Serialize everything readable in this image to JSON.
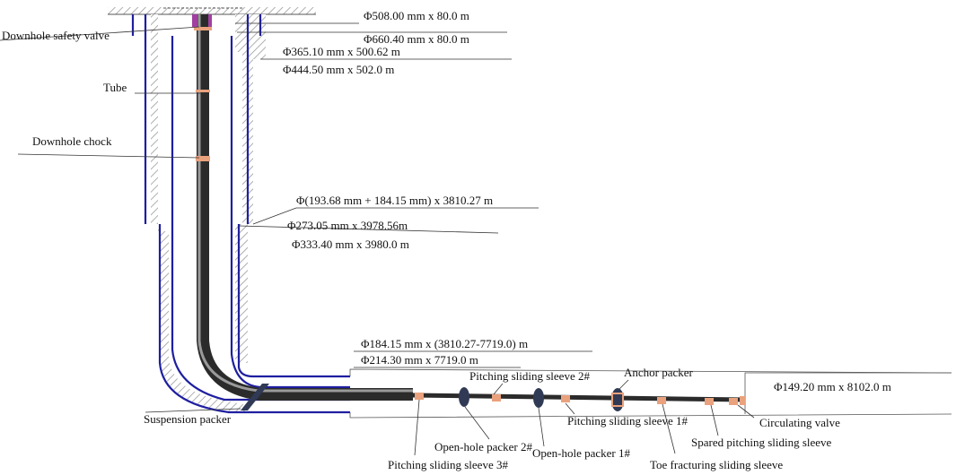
{
  "colors": {
    "casing": "#1f1fa0",
    "formation": "#9a9a9a",
    "cement": "#ffffff",
    "tube": "#2b2b2b",
    "sleeve": "#e9a27d",
    "packer": "#303a55",
    "valve": "#a040a0",
    "ground": "#8a8a8a"
  },
  "labels": {
    "left": {
      "downhole_safety_valve": "Downhole safety valve",
      "tube": "Tube",
      "downhole_chock": "Downhole chock",
      "suspension_packer": "Suspension packer"
    },
    "casing": {
      "c508": "Φ508.00 mm x 80.0 m",
      "c660": "Φ660.40 mm x 80.0 m",
      "c365": "Φ365.10 mm x 500.62 m",
      "c444": "Φ444.50 mm x 502.0 m",
      "c193": "Φ(193.68 mm + 184.15 mm) x 3810.27 m",
      "c273": "Φ273.05 mm x 3978.56m",
      "c333": "Φ333.40 mm x 3980.0 m",
      "c184": "Φ184.15 mm x (3810.27-7719.0)  m",
      "c214": "Φ214.30 mm x 7719.0 m",
      "c149": "Φ149.20 mm x 8102.0 m"
    },
    "tools": {
      "pitching_sleeve_2": "Pitching sliding sleeve 2#",
      "anchor_packer": "Anchor packer",
      "pitching_sleeve_1": "Pitching sliding sleeve 1#",
      "open_hole_packer_2": "Open-hole packer 2#",
      "open_hole_packer_1": "Open-hole packer 1#",
      "pitching_sleeve_3": "Pitching sliding sleeve 3#",
      "circulating_valve": "Circulating valve",
      "spared_pitching_sleeve": "Spared pitching sliding sleeve",
      "toe_fracturing_sleeve": "Toe fracturing sliding sleeve"
    }
  }
}
